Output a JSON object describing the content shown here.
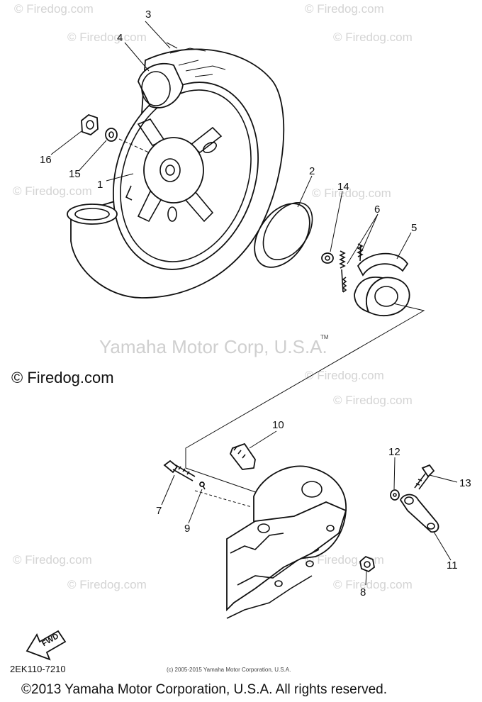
{
  "callouts": {
    "p1": "1",
    "p2": "2",
    "p3": "3",
    "p4": "4",
    "p5": "5",
    "p6": "6",
    "p7": "7",
    "p8": "8",
    "p9": "9",
    "p10": "10",
    "p11": "11",
    "p12": "12",
    "p13": "13",
    "p14": "14",
    "p15": "15",
    "p16": "16"
  },
  "watermarks": {
    "firedog": "© Firedog.com",
    "yamaha": "Yamaha Motor Corp, U.S.A.",
    "tm": "TM"
  },
  "fwd_label": "FWD",
  "diagram_code": "2EK110-7210",
  "small_copyright": "(c) 2005-2015 Yamaha Motor Corporation, U.S.A.",
  "footer": "©2013 Yamaha Motor Corporation, U.S.A. All rights reserved."
}
